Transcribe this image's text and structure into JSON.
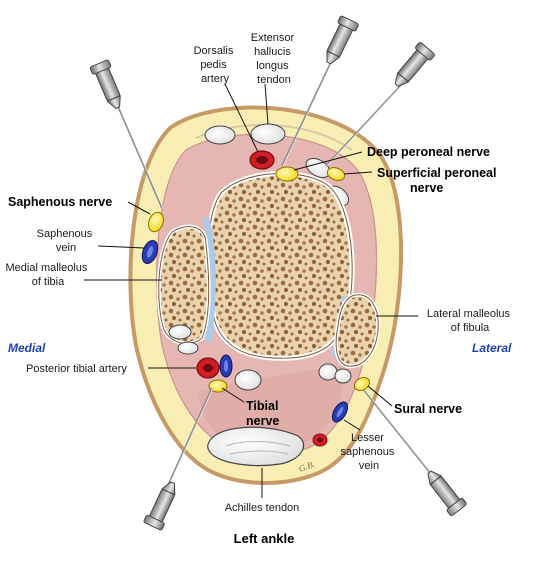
{
  "title": "Left ankle",
  "orientation": {
    "medial": "Medial",
    "lateral": "Lateral"
  },
  "labels": {
    "extensor_hallucis_longus_tendon": [
      "Extensor",
      "hallucis",
      "longus",
      "tendon"
    ],
    "dorsalis_pedis_artery": [
      "Dorsalis",
      "pedis",
      "artery"
    ],
    "deep_peroneal_nerve": "Deep peroneal nerve",
    "superficial_peroneal_nerve": [
      "Superficial peroneal",
      "nerve"
    ],
    "saphenous_nerve": "Saphenous nerve",
    "saphenous_vein": [
      "Saphenous",
      "vein"
    ],
    "medial_malleolus": [
      "Medial malleolus",
      "of tibia"
    ],
    "lateral_malleolus": [
      "Lateral malleolus",
      "of fibula"
    ],
    "posterior_tibial_artery": "Posterior tibial artery",
    "tibial_nerve": [
      "Tibial",
      "nerve"
    ],
    "sural_nerve": "Sural nerve",
    "lesser_saphenous_vein": [
      "Lesser",
      "saphenous",
      "vein"
    ],
    "achilles_tendon": "Achilles tendon"
  },
  "signature": "G.B.",
  "colors": {
    "skin": "#f8eeb4",
    "skin_border": "#c69a66",
    "muscle": "#e6b7b2",
    "bone_fill": "#e8d3ae",
    "bone_dots": "#9b6a3c",
    "cartilage": "#a9cde9",
    "tendon": "#efefef",
    "nerve": "#ffe85a",
    "artery": "#d11d26",
    "vein": "#2b3bb0",
    "needle": "#8e8e8e",
    "orientation_text": "#1f3fb3"
  }
}
